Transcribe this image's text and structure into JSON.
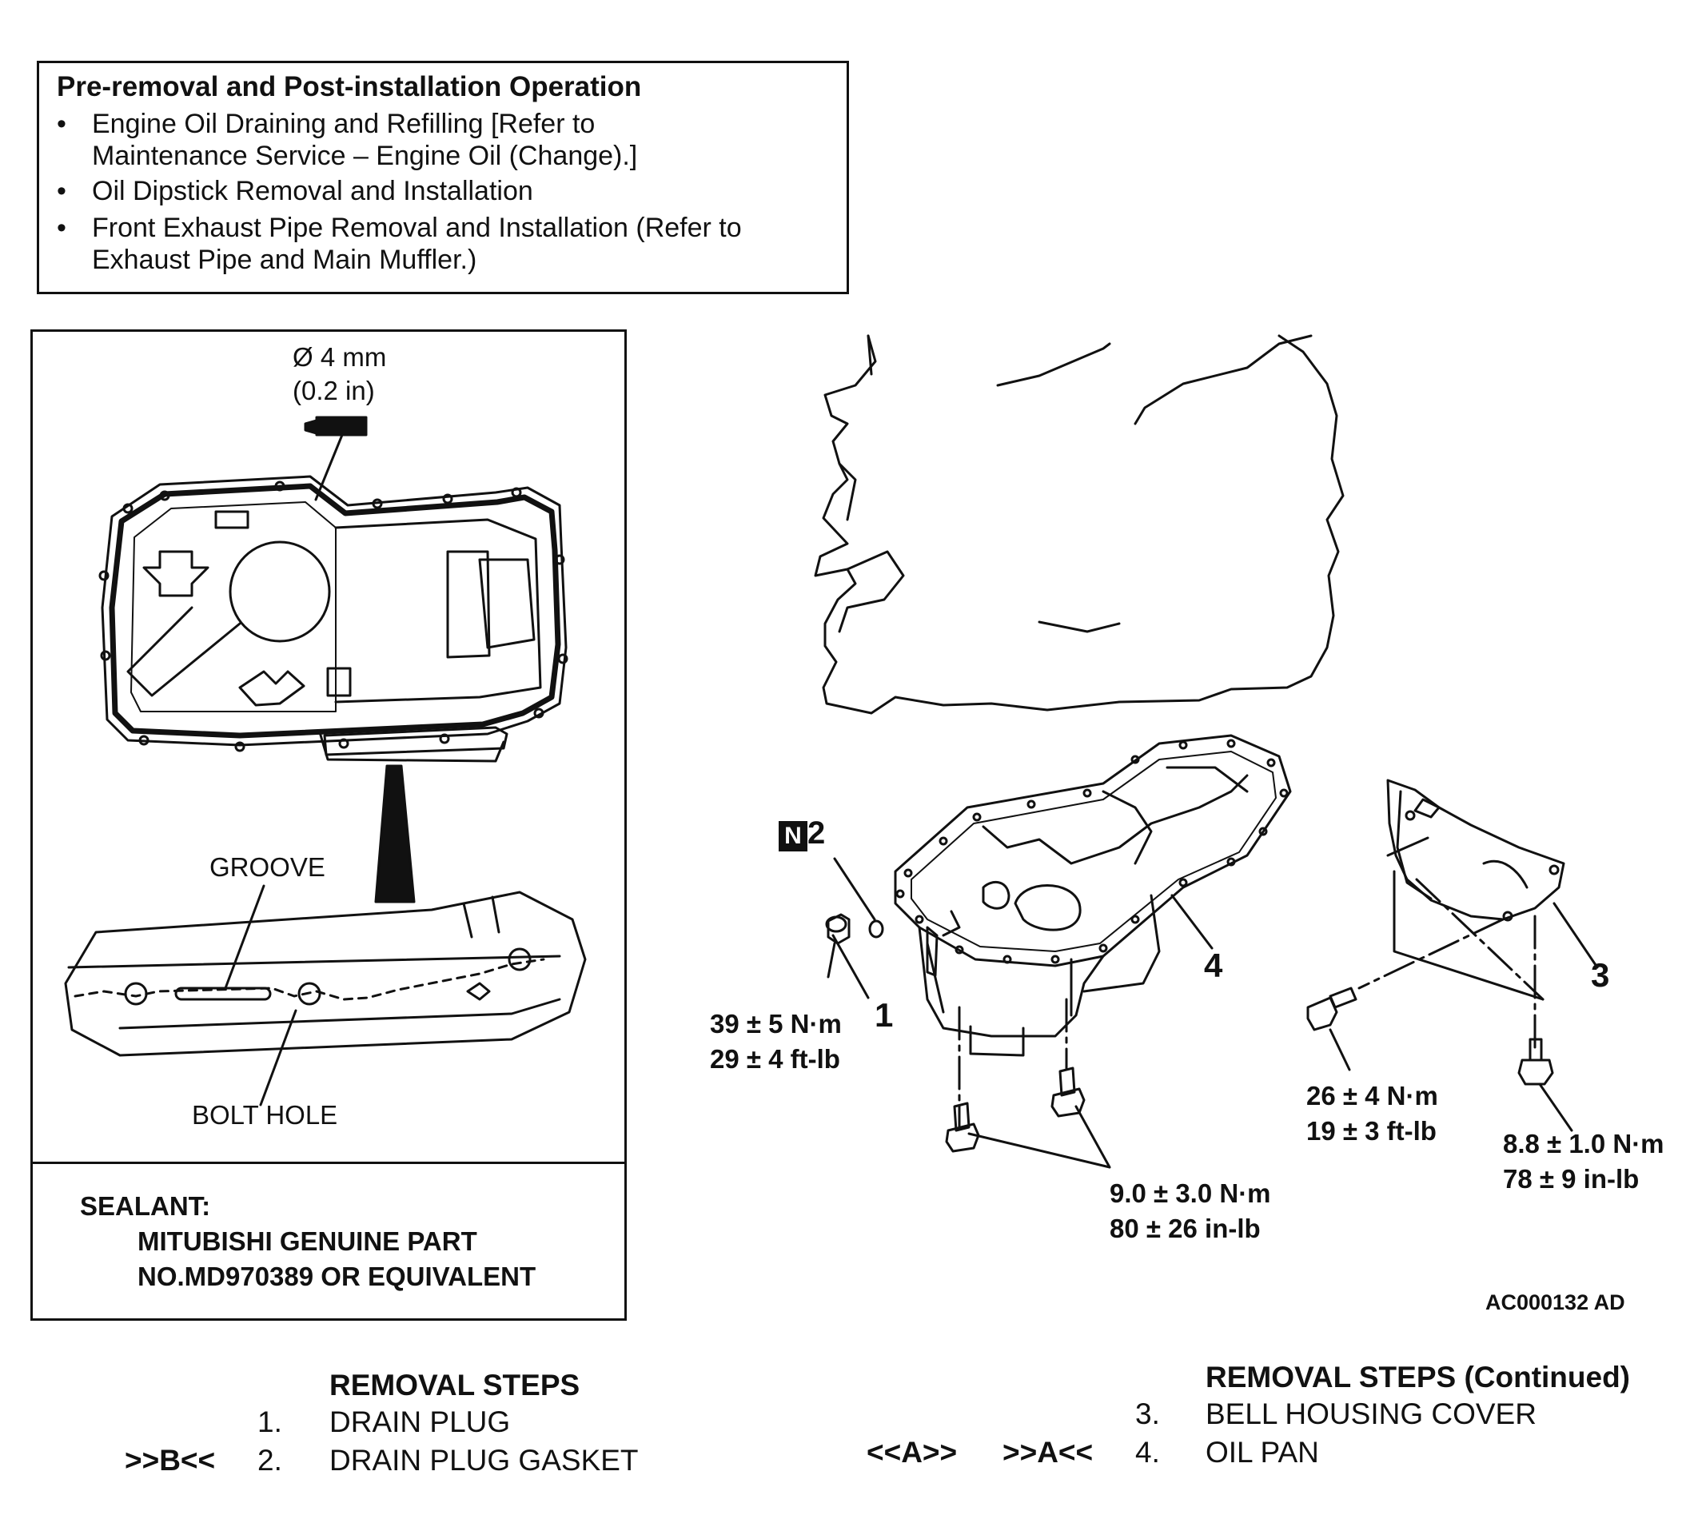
{
  "pre_operation": {
    "title": "Pre-removal and Post-installation Operation",
    "items": [
      {
        "line1": "Engine Oil Draining and Refilling [Refer to",
        "line2": "Maintenance Service – Engine Oil (Change).]"
      },
      {
        "line1": "Oil Dipstick Removal and Installation",
        "line2": ""
      },
      {
        "line1": "Front Exhaust Pipe Removal and Installation (Refer to",
        "line2": "Exhaust Pipe and Main Muffler.)"
      }
    ],
    "bullet": "•"
  },
  "sealant_panel": {
    "bead_diameter": "Ø 4 mm",
    "bead_diameter_in": "(0.2 in)",
    "groove_label": "GROOVE",
    "bolt_hole_label": "BOLT HOLE",
    "sealant_heading": "SEALANT:",
    "sealant_line1": "MITUBISHI GENUINE PART",
    "sealant_line2": "NO.MD970389 OR EQUIVALENT"
  },
  "callouts": {
    "part1": "1",
    "part2": "2",
    "part2_badge": "N",
    "part3": "3",
    "part4": "4",
    "torque_drain_plug_nm": "39 ± 5 N·m",
    "torque_drain_plug_ftlb": "29 ± 4 ft-lb",
    "torque_pan_bolt_nm": "9.0 ± 3.0 N·m",
    "torque_pan_bolt_inlb": "80 ± 26 in-lb",
    "torque_cover_bolt_nm": "26 ± 4 N·m",
    "torque_cover_bolt_ftlb": "19 ± 3 ft-lb",
    "torque_small_bolt_nm": "8.8 ± 1.0 N·m",
    "torque_small_bolt_inlb": "78 ± 9 in-lb",
    "figure_code": "AC000132 AD"
  },
  "removal_steps": {
    "heading_left": "REMOVAL STEPS",
    "heading_right": "REMOVAL STEPS (Continued)",
    "steps": [
      {
        "ref": "",
        "num": "1.",
        "name": "DRAIN PLUG"
      },
      {
        "ref": ">>B<<",
        "num": "2.",
        "name": "DRAIN PLUG GASKET"
      },
      {
        "ref": "",
        "num": "3.",
        "name": "BELL HOUSING COVER"
      },
      {
        "ref_a": "<<A>>",
        "ref": ">>A<<",
        "num": "4.",
        "name": "OIL PAN"
      }
    ]
  }
}
